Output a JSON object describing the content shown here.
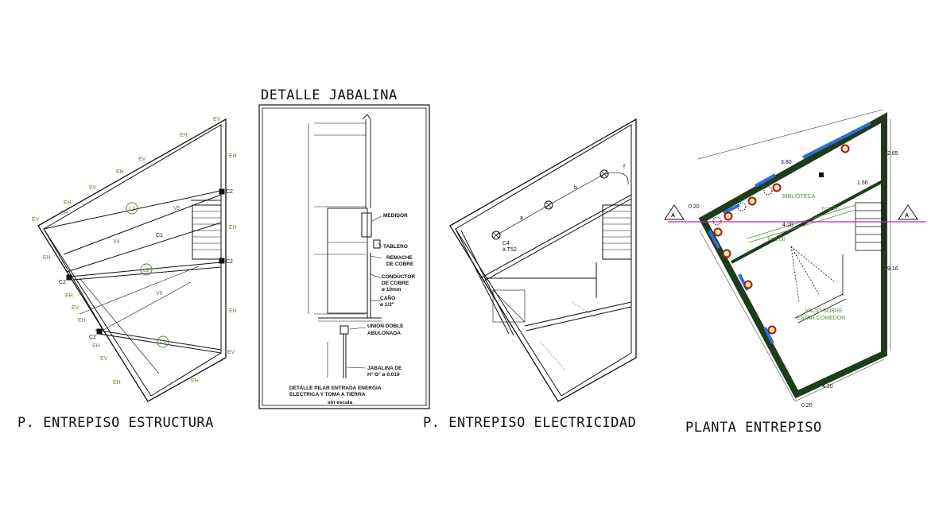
{
  "titles": {
    "structure": "P. ENTREPISO ESTRUCTURA",
    "detail": "DETALLE JABALINA",
    "electric": "P. ENTREPISO ELECTRICIDAD",
    "plan": "PLANTA ENTREPISO"
  },
  "structure_tags": {
    "eh": "EH",
    "ev": "EV",
    "c1": "C1",
    "c2": "C2",
    "v4": "V4",
    "v5": "V5",
    "v6": "V6",
    "l1": "L1",
    "l2": "L2",
    "l3": "L3"
  },
  "detail_notes": {
    "medidor": "MEDIDOR",
    "tablero": "TABLERO",
    "remache_1": "REMACHE",
    "remache_2": "DE COBRE",
    "conductor_1": "CONDUCTOR",
    "conductor_2": "DE COBRE",
    "conductor_3": "ø 10mm",
    "cano_1": "CAÑO",
    "cano_2": "ø 1/2\"",
    "union_1": "UNION DOBLE",
    "union_2": "ABULONADA",
    "jabalina_1": "JABALINA DE",
    "jabalina_2": "H° G° ø 0.019",
    "caption_1": "DETALLE PILAR ENTRADA ENERGIA",
    "caption_2": "ELECTRICA Y TOMA A TIERRA",
    "scale": "sin escala"
  },
  "electric_tags": {
    "a": "a",
    "b": "b",
    "f": "f",
    "circuit": "C4",
    "line": "a T52"
  },
  "plan_labels": {
    "section_left": "A",
    "section_right": "A",
    "biblioteca": "BIBLIOTECA",
    "vacio_1": "VACIO SOBRE",
    "vacio_2": "ESTAR COMEDOR",
    "h1": "h=1.00",
    "h2": "h=1.00",
    "d1": "3.80",
    "d2": "2.65",
    "d3": "1.56",
    "d4": "4.20",
    "d5": "9.16",
    "d6": "0.20",
    "d7": "4.20",
    "d8": "0.20"
  },
  "colors": {
    "tag_green": "#5a8a3a",
    "wall_dark": "#1d3b1d",
    "glass": "#2f6fd6",
    "section_line": "#c020c0",
    "fixture": "#9a1a1a"
  }
}
